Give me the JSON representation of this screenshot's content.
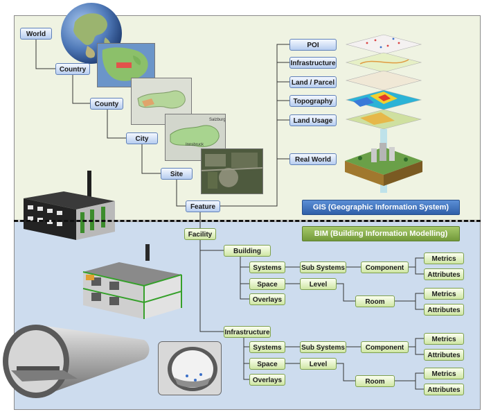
{
  "gis_tree": {
    "world": "World",
    "country": "Country",
    "county": "County",
    "city": "City",
    "site": "Site",
    "feature": "Feature"
  },
  "gis_layers": [
    "POI",
    "Infrastructure",
    "Land / Parcel",
    "Topography",
    "Land Usage",
    "Real World"
  ],
  "banners": {
    "gis": "GIS (Geographic  Information System)",
    "bim": "BIM (Building Information Modelling)"
  },
  "map_labels": {
    "innsbruck": "Innsbruck",
    "salzburg": "Salzburg"
  },
  "bim_tree": {
    "facility": "Facility",
    "building": {
      "label": "Building",
      "systems": "Systems",
      "sub_systems": "Sub Systems",
      "component": "Component",
      "metrics": "Metrics",
      "attributes": "Attributes",
      "space": "Space",
      "level": "Level",
      "room": "Room",
      "room_metrics": "Metrics",
      "room_attributes": "Attributes",
      "overlays": "Overlays"
    },
    "infrastructure": {
      "label": "Infrastructure",
      "systems": "Systems",
      "sub_systems": "Sub Systems",
      "component": "Component",
      "metrics": "Metrics",
      "attributes": "Attributes",
      "space": "Space",
      "level": "Level",
      "room": "Room",
      "room_metrics": "Metrics",
      "room_attributes": "Attributes",
      "overlays": "Overlays"
    }
  }
}
